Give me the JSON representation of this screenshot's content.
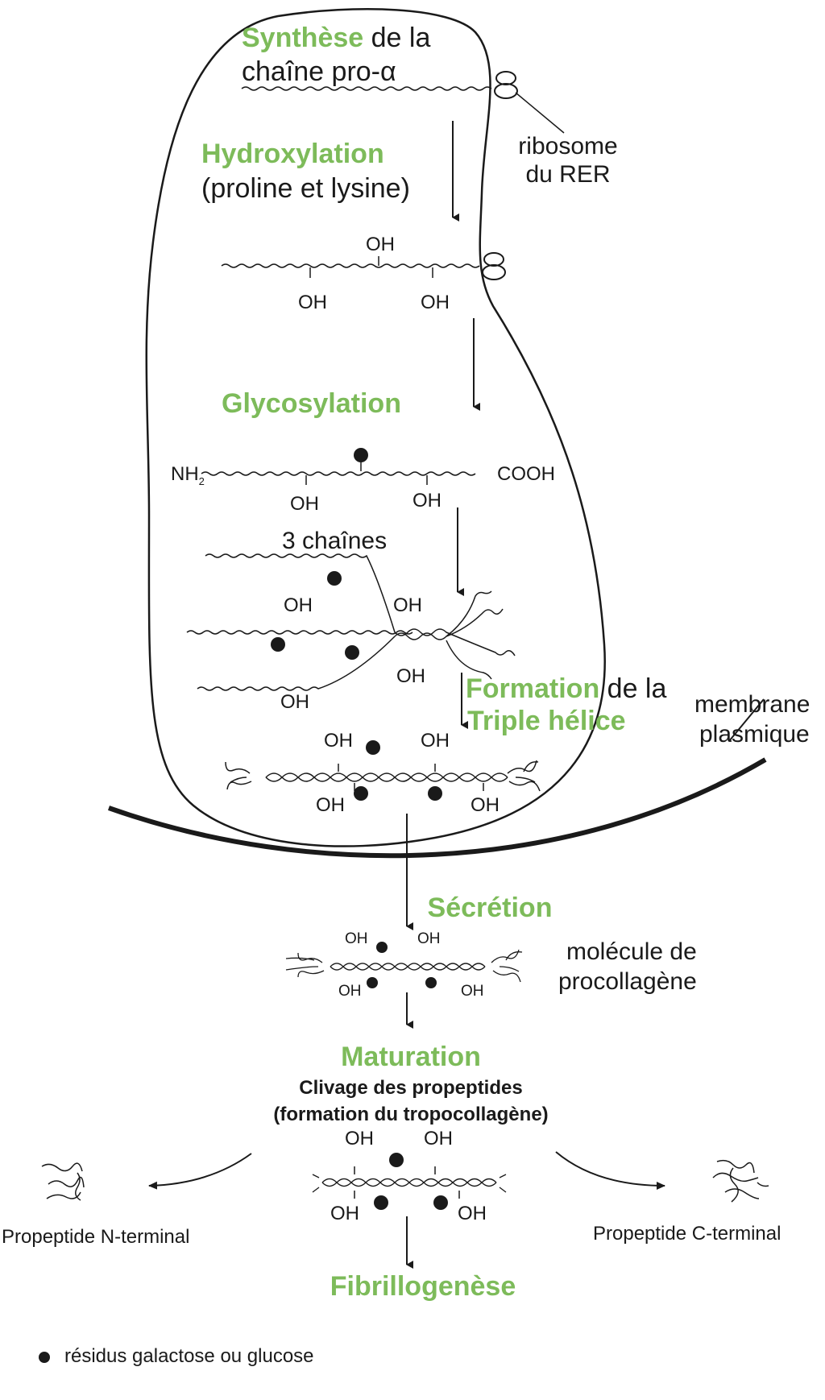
{
  "colors": {
    "accent_green": "#7dbb5a",
    "ink": "#1a1a1a"
  },
  "steps": {
    "synthese": {
      "highlight": "Synthèse",
      "rest1": " de la",
      "line2": "chaîne pro-α"
    },
    "hydroxylation": {
      "title": "Hydroxylation",
      "sub": "(proline et lysine)"
    },
    "glycosylation": {
      "title": "Glycosylation"
    },
    "three_chains": "3 chaînes",
    "formation": {
      "highlight1": "Formation",
      "rest1": " de la",
      "highlight2": "Triple hélice"
    },
    "secretion": {
      "title": "Sécrétion"
    },
    "maturation": {
      "title": "Maturation",
      "sub1": "Clivage des propeptides",
      "sub2": "(formation du tropocollagène)"
    },
    "fibrillogenese": {
      "title": "Fibrillogenèse"
    }
  },
  "labels": {
    "ribosome_line1": "ribosome",
    "ribosome_line2": "du RER",
    "membrane_line1": "membrane",
    "membrane_line2": "plasmique",
    "procollagene_line1": "molécule de",
    "procollagene_line2": "procollagène",
    "propeptide_n": "Propeptide N-terminal",
    "propeptide_c": "Propeptide C-terminal",
    "nh2": "NH",
    "nh2_sub": "2",
    "cooh": "COOH",
    "oh": "OH"
  },
  "legend": {
    "icon": "black-dot-icon",
    "text": "résidus galactose ou glucose"
  }
}
